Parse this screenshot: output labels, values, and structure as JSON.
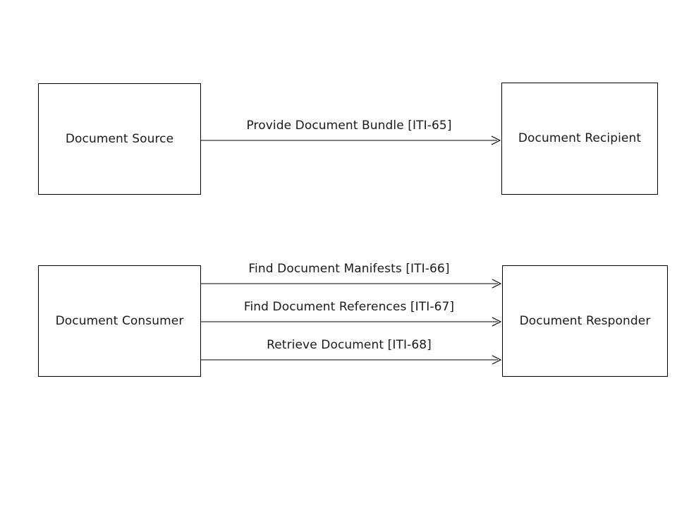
{
  "diagram": {
    "background_color": "#ffffff",
    "line_color": "#000000",
    "text_color": "#1a1a1a",
    "actors": [
      {
        "id": "document-source",
        "label": "Document Source"
      },
      {
        "id": "document-recipient",
        "label": "Document Recipient"
      },
      {
        "id": "document-consumer",
        "label": "Document Consumer"
      },
      {
        "id": "document-responder",
        "label": "Document Responder"
      }
    ],
    "transactions": [
      {
        "id": "iti-65",
        "label": "Provide Document Bundle [ITI-65]",
        "from": "document-source",
        "to": "document-recipient"
      },
      {
        "id": "iti-66",
        "label": "Find Document Manifests [ITI-66]",
        "from": "document-consumer",
        "to": "document-responder"
      },
      {
        "id": "iti-67",
        "label": "Find Document References [ITI-67]",
        "from": "document-consumer",
        "to": "document-responder"
      },
      {
        "id": "iti-68",
        "label": "Retrieve Document [ITI-68]",
        "from": "document-consumer",
        "to": "document-responder"
      }
    ]
  }
}
